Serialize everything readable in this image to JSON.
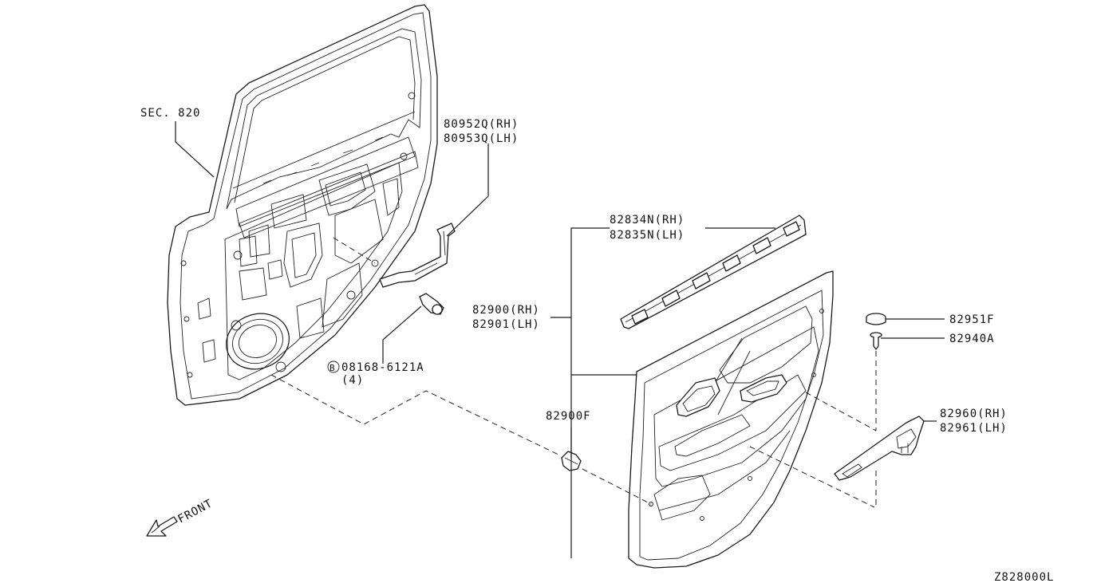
{
  "labels": {
    "sec": "SEC. 820",
    "seal_rh": "80952Q(RH)",
    "seal_lh": "80953Q(LH)",
    "finisher_rh": "82834N(RH)",
    "finisher_lh": "82835N(LH)",
    "trim_rh": "82900(RH)",
    "trim_lh": "82901(LH)",
    "bolt": "08168-6121A",
    "bolt_qty": "(4)",
    "bolt_mark": "B",
    "clip": "82900F",
    "cap": "82951F",
    "screw": "82940A",
    "grip_rh": "82960(RH)",
    "grip_lh": "82961(LH)",
    "front": "FRONT",
    "figure_code": "Z828000L"
  }
}
